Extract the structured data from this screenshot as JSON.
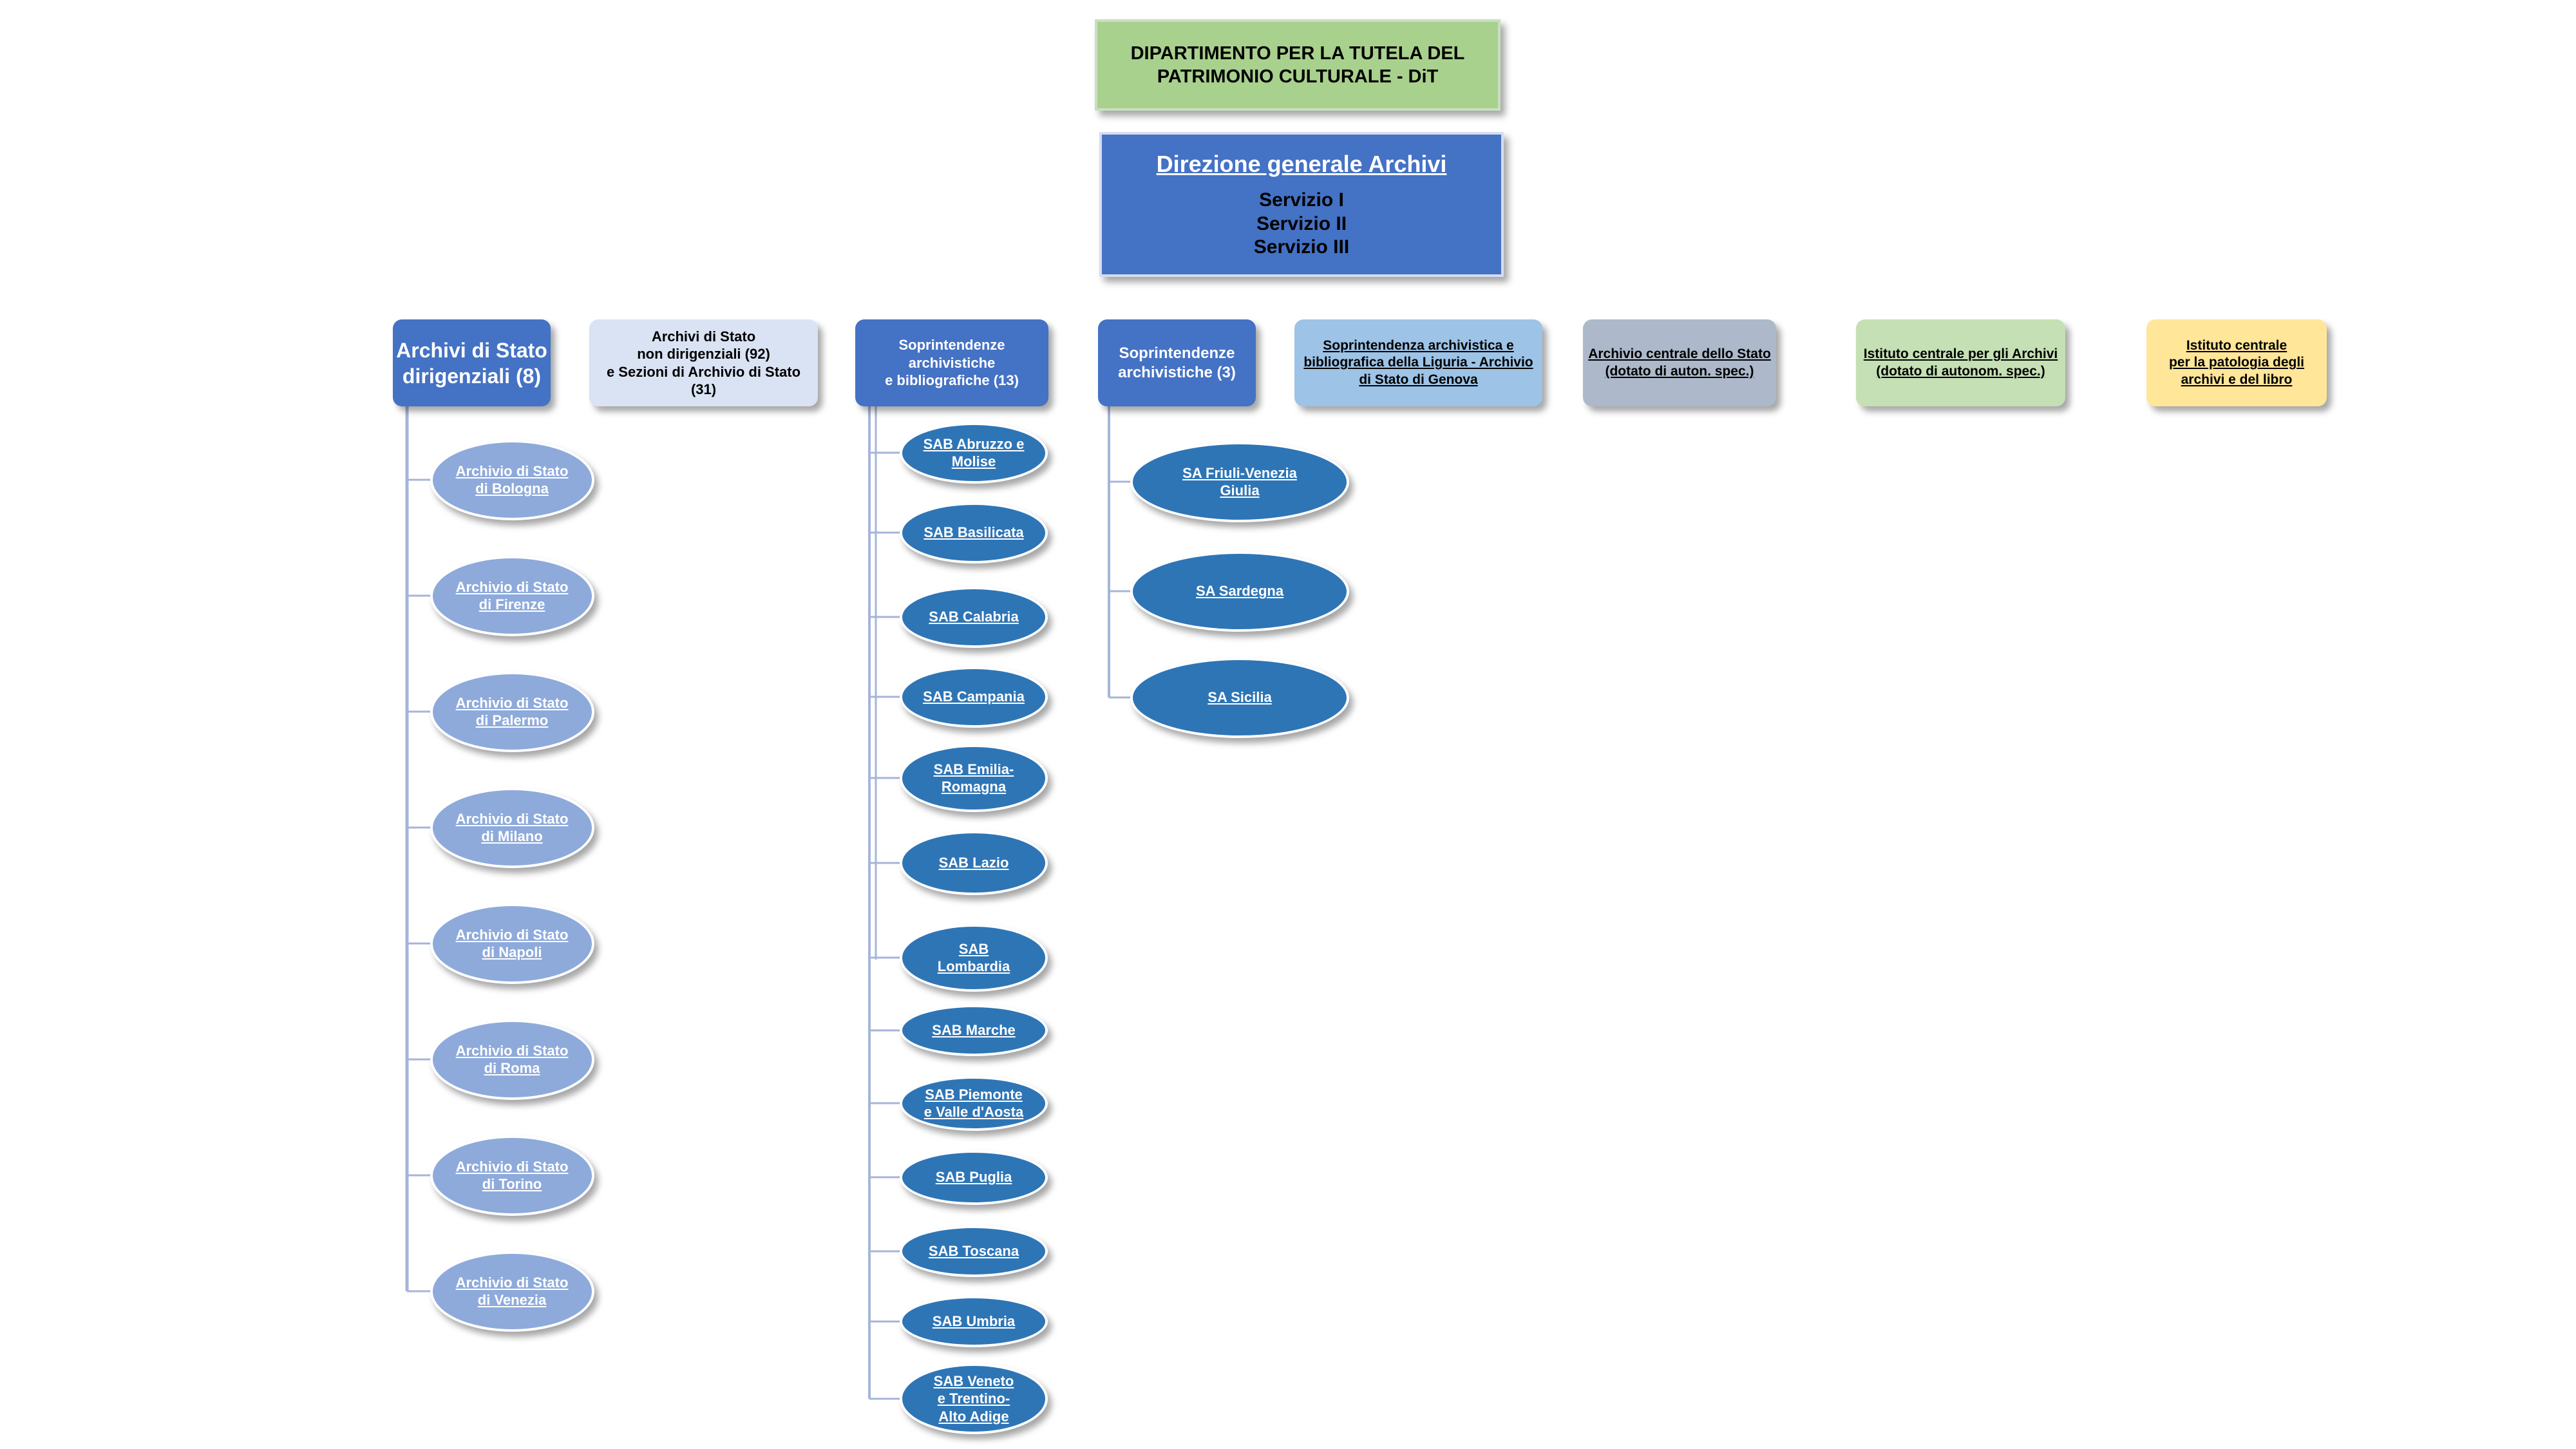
{
  "department": {
    "title": "DIPARTIMENTO PER LA TUTELA DEL\nPATRIMONIO CULTURALE - DiT"
  },
  "directorate": {
    "title": "Direzione generale Archivi",
    "services": [
      "Servizio I",
      "Servizio II",
      "Servizio III"
    ]
  },
  "categories": [
    {
      "label": "Archivi di Stato\ndirigenziali (8)",
      "color": "#4472c4",
      "text_color": "#ffffff"
    },
    {
      "label": "Archivi di Stato\nnon dirigenziali (92)\ne Sezioni di Archivio di Stato\n(31)",
      "color": "#dae3f3",
      "text_color": "#000000"
    },
    {
      "label": "Soprintendenze\narchivistiche\ne bibliografiche (13)",
      "color": "#4472c4",
      "text_color": "#ffffff"
    },
    {
      "label": "Soprintendenze\narchivistiche (3)",
      "color": "#4472c4",
      "text_color": "#ffffff"
    },
    {
      "label": "Soprintendenza archivistica e\nbibliografica della Liguria - Archivio\ndi Stato di Genova",
      "color": "#9dc3e6",
      "text_color": "#000000"
    },
    {
      "label": "Archivio centrale dello Stato\n(dotato di auton. spec.)",
      "color": "#adb9ca",
      "text_color": "#000000"
    },
    {
      "label": "Istituto centrale per gli Archivi\n(dotato di autonom. spec.)",
      "color": "#c5e0b4",
      "text_color": "#000000"
    },
    {
      "label": "Istituto centrale\nper la patologia degli\narchivi e del libro",
      "color": "#ffe699",
      "text_color": "#000000"
    }
  ],
  "archivi_dirigenziali": [
    "Archivio di Stato\ndi Bologna",
    "Archivio di Stato\ndi Firenze",
    "Archivio di Stato\ndi Palermo",
    "Archivio di Stato\ndi Milano",
    "Archivio di Stato\ndi Napoli",
    "Archivio di Stato\ndi Roma",
    "Archivio di Stato\ndi Torino",
    "Archivio di Stato\ndi Venezia"
  ],
  "soprintendenze_sab": [
    "SAB Abruzzo e\nMolise",
    "SAB Basilicata",
    "SAB Calabria",
    "SAB Campania",
    "SAB Emilia-\nRomagna",
    "SAB Lazio",
    "SAB\nLombardia",
    "SAB Marche",
    "SAB Piemonte\ne Valle d'Aosta",
    "SAB Puglia",
    "SAB Toscana",
    "SAB Umbria",
    "SAB Veneto\ne Trentino-\nAlto Adige"
  ],
  "soprintendenze_sa": [
    "SA Friuli-Venezia\nGiulia",
    "SA Sardegna",
    "SA Sicilia"
  ],
  "colors": {
    "light_ellipse": "#8eaadb",
    "dark_ellipse": "#2e75b6",
    "connector": "#a6b4d8"
  }
}
